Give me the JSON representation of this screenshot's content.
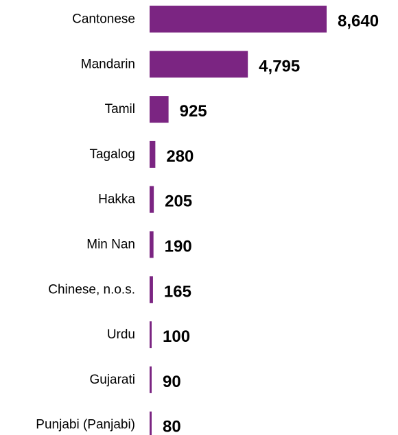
{
  "chart_data": {
    "type": "bar",
    "orientation": "horizontal",
    "title": "",
    "xlabel": "",
    "ylabel": "",
    "categories": [
      "Cantonese",
      "Mandarin",
      "Tamil",
      "Tagalog",
      "Hakka",
      "Min Nan",
      "Chinese, n.o.s.",
      "Urdu",
      "Gujarati",
      "Punjabi (Panjabi)"
    ],
    "values": [
      8640,
      4795,
      925,
      280,
      205,
      190,
      165,
      100,
      90,
      80
    ],
    "value_labels": [
      "8,640",
      "4,795",
      "925",
      "280",
      "205",
      "190",
      "165",
      "100",
      "90",
      "80"
    ],
    "xlim": [
      0,
      8640
    ],
    "grid": false,
    "legend": "none",
    "bar_color": "#7b2582"
  }
}
